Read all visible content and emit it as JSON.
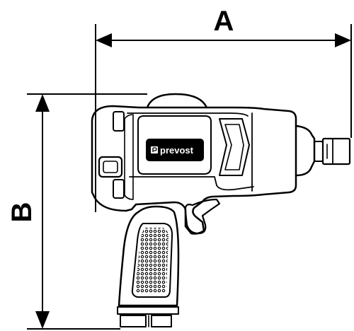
{
  "dimensions": {
    "a_label": "A",
    "b_label": "B"
  },
  "tool": {
    "brand_name": "prevost"
  },
  "colors": {
    "line": "#000000",
    "background": "#ffffff",
    "badge": "#000000",
    "badge_text": "#ffffff"
  }
}
